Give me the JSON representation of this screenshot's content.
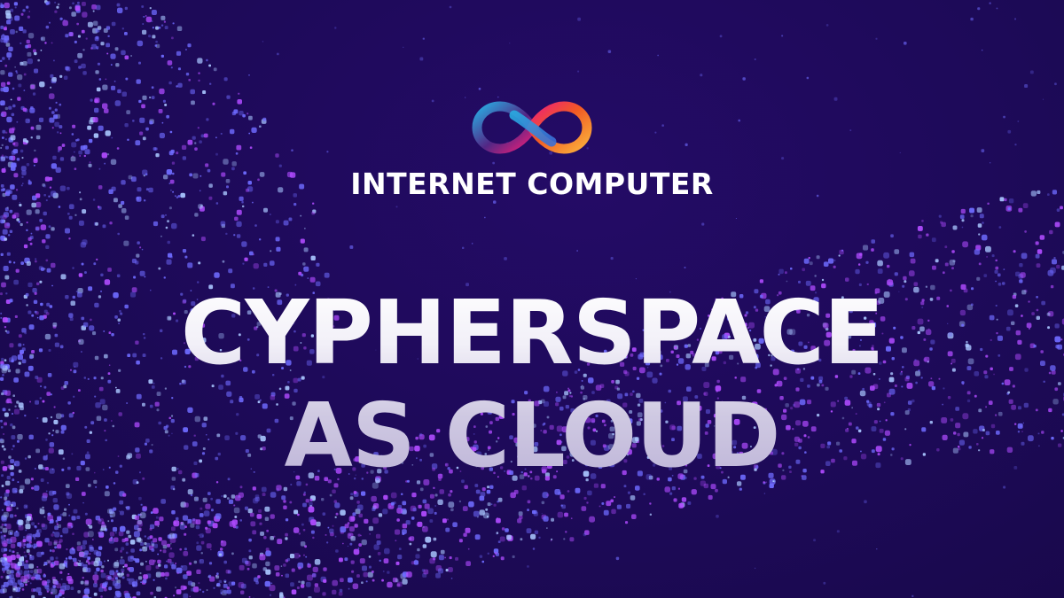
{
  "brand": {
    "name": "INTERNET COMPUTER",
    "logo_icon": "infinity-logo-icon",
    "logo_colors": [
      "#29abe2",
      "#522785",
      "#ed1e79",
      "#f15a24",
      "#fbb03b"
    ]
  },
  "headline": {
    "line1": "CYPHERSPACE",
    "line2": "AS CLOUD"
  },
  "colors": {
    "background": "#1d0a58",
    "particle_primary": "#6f6bff",
    "particle_secondary": "#b04bff",
    "particle_highlight": "#a9c6ff"
  }
}
